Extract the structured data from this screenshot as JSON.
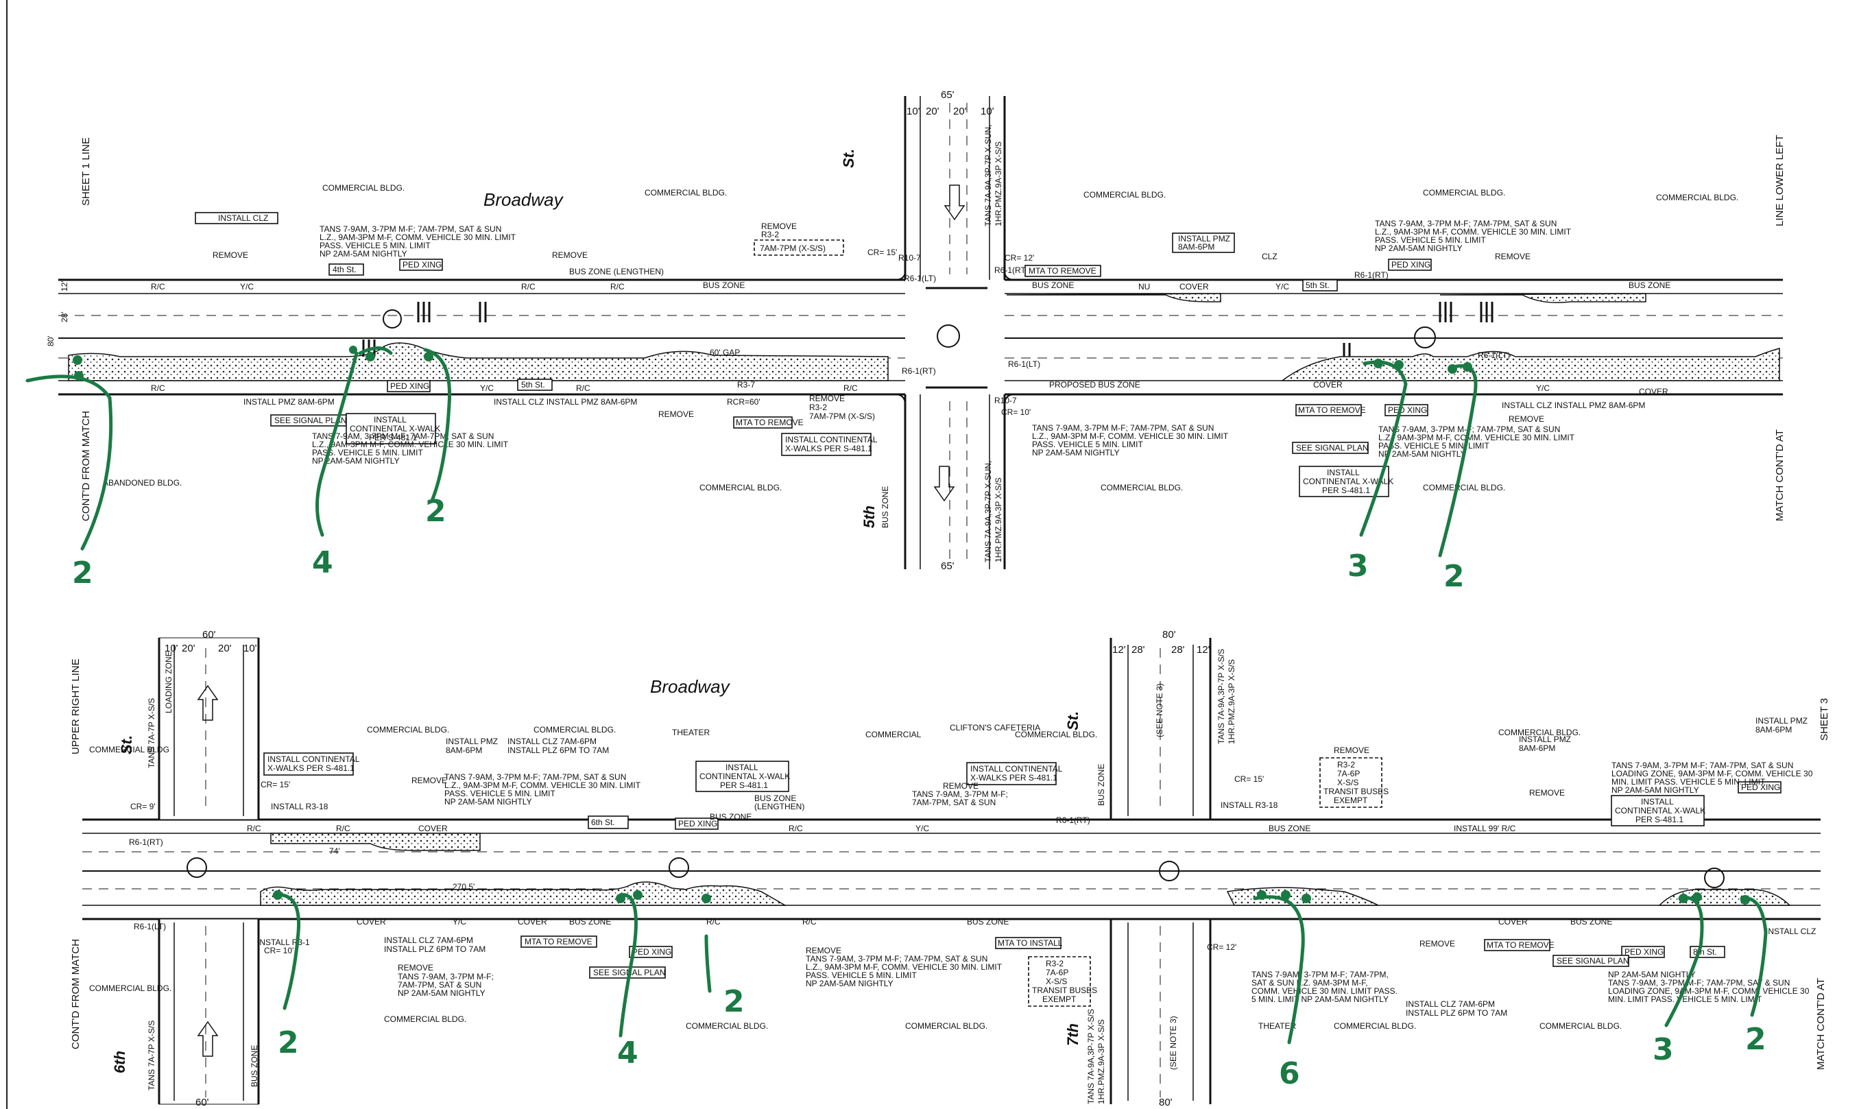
{
  "top": {
    "street": "Broadway",
    "cross_street": [
      "5th",
      "St."
    ],
    "sheet_left": "SHEET 1 LINE",
    "sheet_right": "LINE LOWER LEFT",
    "match_left": "CONT'D FROM MATCH",
    "match_right": "MATCH CONT'D AT",
    "buildings": [
      "COMMERCIAL BLDG.",
      "COMMERCIAL BLDG.",
      "COMMERCIAL BLDG.",
      "COMMERCIAL BLDG.",
      "COMMERCIAL BLDG.",
      "COMMERCIAL BLDG.",
      "COMMERCIAL BLDG.",
      "COMMERCIAL BLDG.",
      "ABANDONED BLDG."
    ],
    "dims": {
      "width": "65'",
      "w10": "10'",
      "w20": "20'",
      "cr15": "CR= 15'",
      "cr12": "CR= 12'",
      "cr10": "CR= 10'",
      "gap": "60' GAP",
      "d80": "80'",
      "d12": "12'",
      "d28": "28'"
    },
    "labels": {
      "install_clz": "INSTALL CLZ",
      "remove": "REMOVE",
      "tans_1": "TANS 7-9AM, 3-7PM M-F; 7AM-7PM, SAT & SUN",
      "tans_2": "L.Z., 9AM-3PM M-F, COMM. VEHICLE 30 MIN. LIMIT",
      "tans_3": "PASS. VEHICLE 5 MIN. LIMIT",
      "tans_4": "NP 2AM-5AM NIGHTLY",
      "install_pmz": "INSTALL PMZ 8AM-6PM",
      "install_pmz_box": "INSTALL PMZ",
      "pmz_hours": "8AM-6PM",
      "see_signal": "SEE SIGNAL PLAN",
      "continental": "INSTALL CONTINENTAL X-WALK PER S-481.1",
      "continental_1": "INSTALL",
      "continental_2": "CONTINENTAL X-WALK",
      "continental_3": "PER S-481.1",
      "cont_x_walks": "INSTALL CONTINENTAL X-WALKS PER S-481.1",
      "cont_x_1": "INSTALL CONTINENTAL",
      "cont_x_2": "X-WALKS PER S-481.1",
      "mta_remove": "MTA TO REMOVE",
      "ped_xing": "PED XING",
      "bus_zone": "BUS ZONE",
      "bus_zone_len": "BUS ZONE (LENGTHEN)",
      "proposed_bus": "PROPOSED BUS ZONE",
      "r3_2": "R3-2",
      "r3_2_hours": "7AM-7PM (X-S/S)",
      "rc": "R/C",
      "yc": "Y/C",
      "cover": "COVER",
      "st4": "4th St.",
      "st5": "5th St.",
      "r10_7": "R10-7",
      "r6_1rt": "R6-1(RT)",
      "r6_1lt": "R6-1(LT)",
      "r3_7": "R3-7",
      "rcr": "RCR=60'",
      "install_clz_pmz": "INSTALL CLZ   INSTALL PMZ 8AM-6PM",
      "tans_5th_1": "TANS 7A-9A,3P-7P X-SUN,",
      "tans_5th_2": "1HR.PMZ.9A-3P X-S/S",
      "nu": "NU",
      "r6_1rt_box": "R6-1(RT)",
      "bus_zone_tag": "BUS ZONE",
      "clz": "CLZ",
      "st5_box": "5th St."
    }
  },
  "bottom": {
    "street": "Broadway",
    "cross_left": [
      "6th",
      "St."
    ],
    "cross_right": [
      "7th",
      "St."
    ],
    "sheet_left": "UPPER RIGHT LINE",
    "sheet_right": "SHEET 3",
    "match_left": "CONT'D FROM MATCH",
    "match_right": "MATCH CONT'D AT",
    "buildings": [
      "COMMERCIAL BLDG.",
      "COMMERCIAL BLDG.",
      "THEATER",
      "COMMERCIAL",
      "CLIFTON'S CAFETERIA",
      "COMMERCIAL BLDG.",
      "COMMERCIAL BLDG.",
      "COMMERCIAL BLDG.",
      "COMMERCIAL BLDG.",
      "COMMERCIAL BLDG.",
      "THEATER",
      "COMMERCIAL BLDG.",
      "COMMERCIAL BLDG.",
      "COMMERCIAL BLDG."
    ],
    "dims": {
      "w60": "60'",
      "w80": "80'",
      "w10": "10'",
      "w20": "20'",
      "w28": "28'",
      "w12": "12'",
      "cr15": "CR= 15'",
      "cr9": "CR= 9'",
      "cr10": "CR= 10'",
      "cr12": "CR= 12'",
      "d270": "270.5'",
      "d74": "74'"
    },
    "labels": {
      "install_pmz": "INSTALL PMZ",
      "pmz_hours": "8AM-6PM",
      "install_clz": "INSTALL CLZ 7AM-6PM",
      "install_plz": "INSTALL PLZ 6PM TO 7AM",
      "remove": "REMOVE",
      "tans_1": "TANS 7-9AM, 3-7PM M-F; 7AM-7PM, SAT & SUN",
      "tans_2": "L.Z., 9AM-3PM M-F, COMM. VEHICLE 30 MIN. LIMIT",
      "tans_3": "PASS. VEHICLE 5 MIN. LIMIT",
      "tans_4": "NP 2AM-5AM NIGHTLY",
      "continental": "INSTALL CONTINENTAL X-WALK PER S-481.1",
      "continental_1": "INSTALL",
      "continental_2": "CONTINENTAL X-WALK",
      "continental_3": "PER S-481.1",
      "cont_x_1": "INSTALL CONTINENTAL",
      "cont_x_2": "X-WALKS PER S-481.1",
      "bus_zone_len_1": "BUS ZONE",
      "bus_zone_len_2": "(LENGTHEN)",
      "mta_remove": "MTA TO REMOVE",
      "mta_install": "MTA TO INSTALL",
      "ped_xing": "PED XING",
      "see_signal": "SEE SIGNAL PLAN",
      "bus_zone": "BUS ZONE",
      "r3_2": "R3-2",
      "r3_2_b": "7A-6P",
      "r3_2_c": "X-S/S",
      "r3_2_d": "TRANSIT BUSES",
      "r3_2_e": "EXEMPT",
      "rc": "R/C",
      "yc": "Y/C",
      "cover": "COVER",
      "st6": "6th St.",
      "st8": "8th St.",
      "install_99": "INSTALL 99' R/C",
      "install_r3_18": "INSTALL R3-18",
      "install_r3_1": "INSTALL R3-1",
      "tans_short_1": "TANS 7-9AM, 3-7PM M-F;",
      "tans_short_2": "7AM-7PM, SAT & SUN",
      "tans_short_3": "NP 2AM-5AM NIGHTLY",
      "tans_6th": "TANS 7A-7P X-S/S",
      "loading_zone": "LOADING ZONE",
      "loading_1": "TANS 7-9AM, 3-7PM M-F; 7AM-7PM, SAT & SUN",
      "loading_2": "LOADING ZONE, 9AM-3PM M-F, COMM. VEHICLE 30",
      "loading_3": "MIN. LIMIT PASS. VEHICLE 5 MIN. LIMIT",
      "loading_4": "NP 2AM-5AM NIGHTLY",
      "install_clz_box": "INSTALL CLZ",
      "see_note": "(SEE NOTE 3)",
      "r6_1lt": "R6-1(LT)",
      "r6_1rt": "R6-1(RT)",
      "commercial_bldg": "COMMERCIAL BLDG",
      "tans_r_1": "TANS 7-9AM, 3-7PM M-F; 7AM-7PM,",
      "tans_r_2": "SAT & SUN L.Z. 9AM-3PM M-F,",
      "tans_r_3": "COMM. VEHICLE 30 MIN. LIMIT PASS.",
      "tans_r_4": "5 MIN. LIMIT NP 2AM-5AM NIGHTLY",
      "np_1": "NP 2AM-5AM NIGHTLY",
      "np_2": "TANS 7-9AM, 3-7PM M-F; 7AM-7PM, SAT & SUN",
      "np_3": "LOADING ZONE, 9AM-3PM M-F, COMM. VEHICLE 30",
      "np_4": "MIN. LIMIT PASS. VEHICLE 5 MIN. LIMIT",
      "remove_tans_1": "TANS 7-9AM, 3-7PM M-F; 7AM-7PM, SAT & SUN",
      "remove_tans_2": "L.Z., 9AM-3PM M-F, COMM. VEHICLE 30 MIN. LIMIT",
      "remove_tans_3": "PASS. VEHICLE 5 MIN. LIMIT",
      "remove_tans_4": "NP 2AM-5AM NIGHTLY",
      "tans_7th_1": "TANS 7A-9A,3P-7P X-S/S",
      "tans_7th_2": "1HR.PMZ.9A-3P X-S/S",
      "st6_box": "6th St.",
      "st8_box": "8th St.",
      "clz_7am": "INSTALL CLZ 7AM-6PM",
      "plz_6pm": "INSTALL PLZ 6PM TO 7AM"
    }
  },
  "annotations": {
    "top": [
      "2",
      "4",
      "2",
      "3",
      "2"
    ],
    "bottom": [
      "2",
      "4",
      "2",
      "6",
      "3",
      "2"
    ]
  },
  "colors": {
    "ink": "#111111",
    "annotation": "#1b7a44",
    "paper": "#ffffff"
  }
}
